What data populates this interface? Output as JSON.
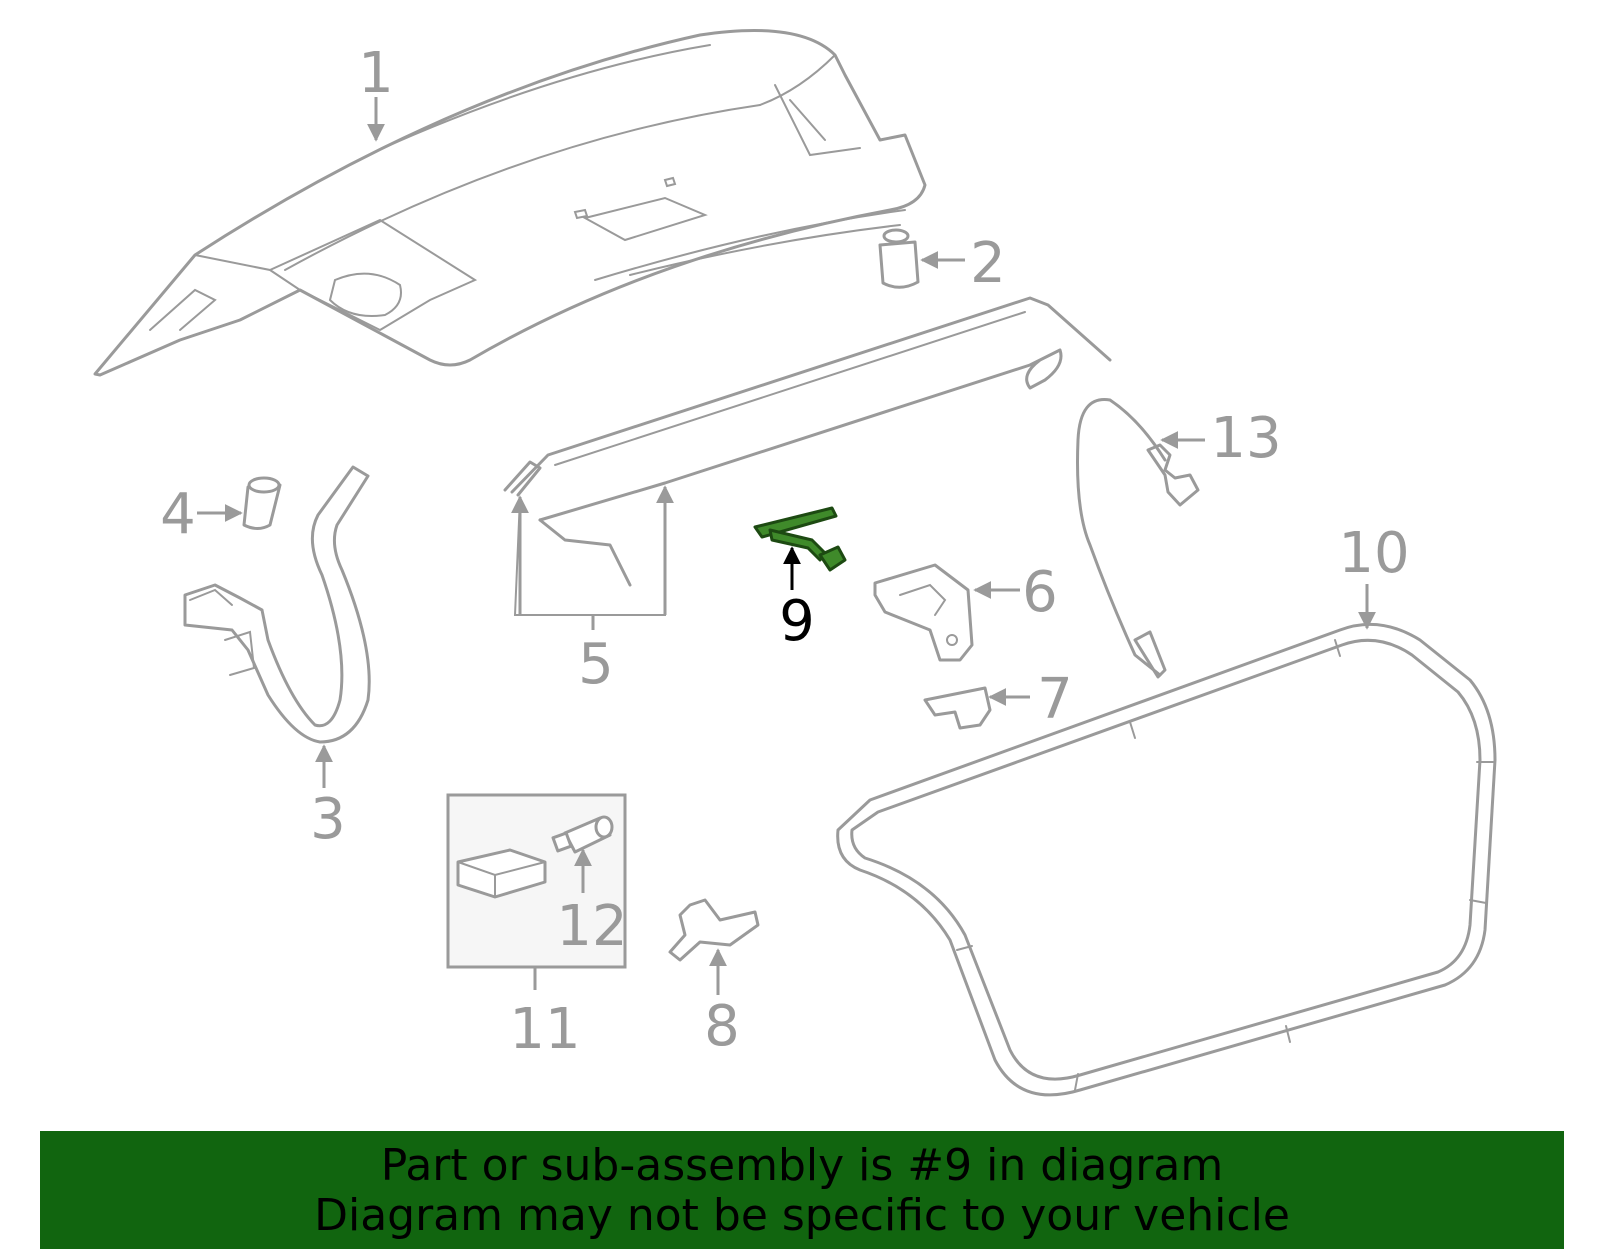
{
  "callouts": {
    "c1": "1",
    "c2": "2",
    "c3": "3",
    "c4": "4",
    "c5": "5",
    "c6": "6",
    "c7": "7",
    "c8": "8",
    "c9": "9",
    "c10": "10",
    "c11": "11",
    "c12": "12",
    "c13": "13"
  },
  "highlighted_part": "9",
  "colors": {
    "highlight": "#3f8a2a",
    "banner": "#11650f",
    "line": "#9a9a9a"
  },
  "banner": {
    "line1": "Part or sub-assembly is #9 in diagram",
    "line2": "Diagram may not be specific to your vehicle"
  }
}
